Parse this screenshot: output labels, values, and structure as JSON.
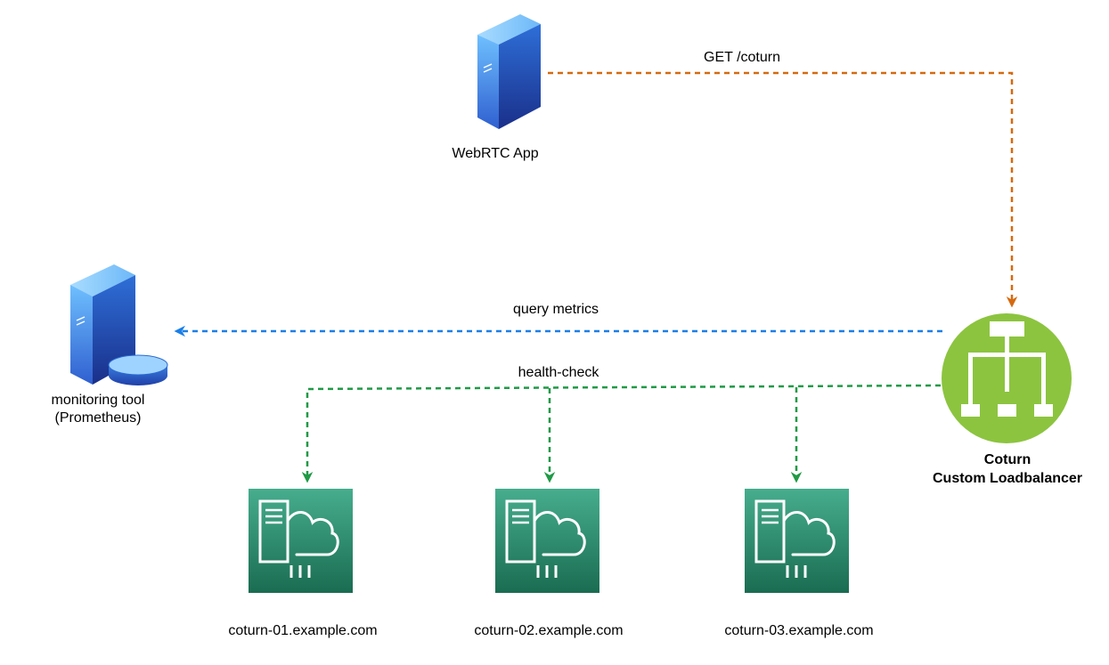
{
  "nodes": {
    "webrtc_app": {
      "label": "WebRTC App",
      "icon": "server-tower-icon"
    },
    "monitoring": {
      "label_line1": "monitoring tool",
      "label_line2": "(Prometheus)",
      "icon": "database-server-icon"
    },
    "loadbalancer": {
      "label_line1": "Coturn",
      "label_line2": "Custom Loadbalancer",
      "icon": "load-balancer-icon"
    },
    "coturn_servers": [
      {
        "label": "coturn-01.example.com",
        "icon": "server-cloud-icon"
      },
      {
        "label": "coturn-02.example.com",
        "icon": "server-cloud-icon"
      },
      {
        "label": "coturn-03.example.com",
        "icon": "server-cloud-icon"
      }
    ]
  },
  "edges": {
    "get_request": {
      "label": "GET /coturn",
      "color": "#d46a10"
    },
    "query_metrics": {
      "label": "query metrics",
      "color": "#1a7fe8"
    },
    "health_check": {
      "label": "health-check",
      "color": "#1f9a46"
    }
  },
  "colors": {
    "loadbalancer_fill": "#8cc43f",
    "coturn_top": "#43aa8b",
    "coturn_bottom": "#1b6e53",
    "server_blue_light": "#5fb3ff",
    "server_blue_dark": "#1f3fa8"
  }
}
